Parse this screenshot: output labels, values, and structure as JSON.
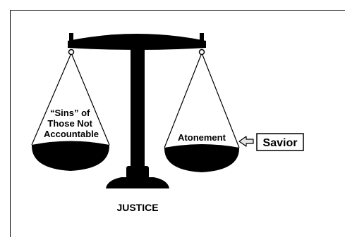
{
  "diagram": {
    "left_pan_label": [
      "“Sins” of",
      "Those Not",
      "Accountable"
    ],
    "right_pan_label": "Atonement",
    "base_label": "JUSTICE",
    "side_label": "Savior",
    "colors": {
      "ink": "#000000",
      "paper": "#ffffff",
      "arrow_fill": "#e6e6e6"
    },
    "icons": {
      "arrow": "left-arrow-icon"
    }
  }
}
